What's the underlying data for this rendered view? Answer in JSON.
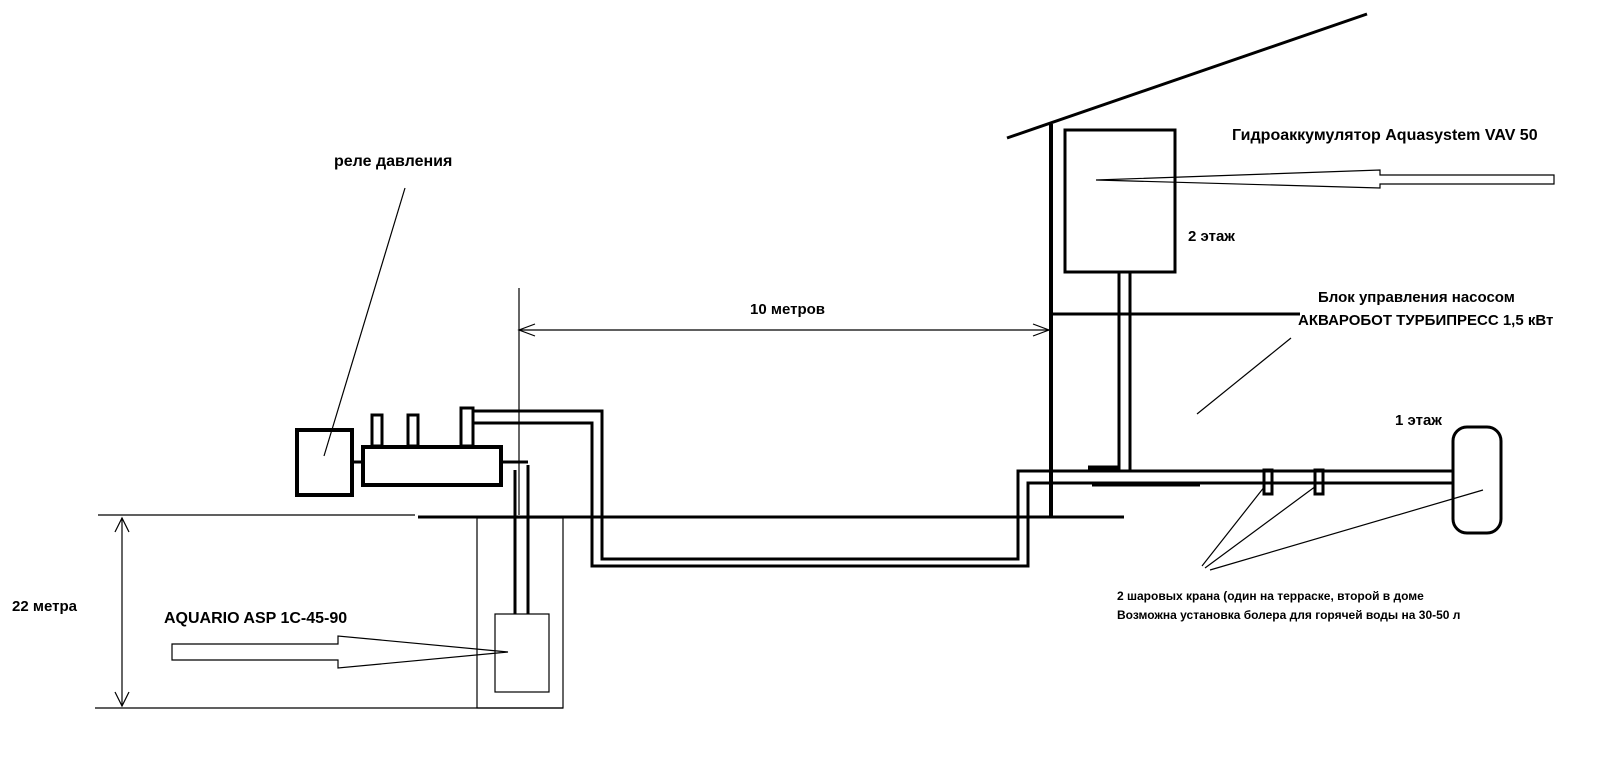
{
  "labels": {
    "pressure_relay": "реле давления",
    "distance_horizontal": "10 метров",
    "depth": "22 метра",
    "pump_model": "AQUARIO ASP 1C-45-90",
    "accumulator": "Гидроаккумулятор Aquasystem VAV 50",
    "floor2": "2 этаж",
    "control_unit_line1": "Блок управления насосом",
    "control_unit_line2": "АКВАРОБОТ ТУРБИПРЕСС 1,5 кВт",
    "floor1": "1 этаж",
    "valves_note_line1": "2 шаровых крана (один на терраске, второй в доме",
    "valves_note_line2": "Возможна установка болера для горячей воды на 30-50 л"
  }
}
